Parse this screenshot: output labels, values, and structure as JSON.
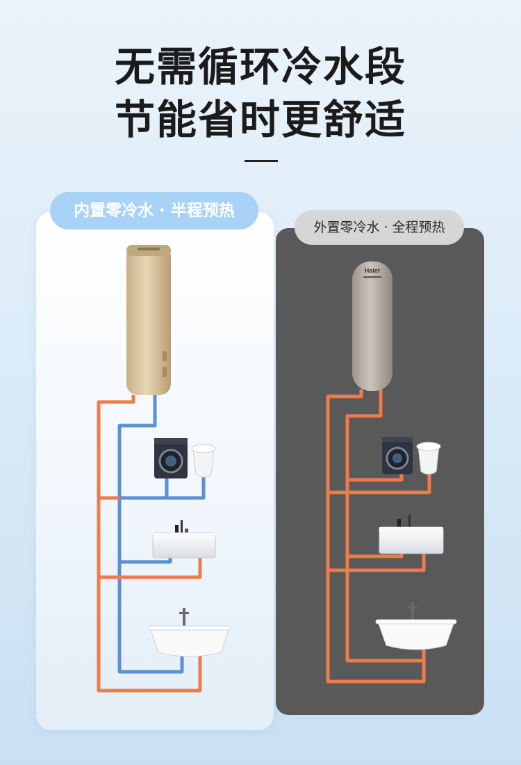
{
  "headline": {
    "line1": "无需循环冷水段",
    "line2": "节能省时更舒适"
  },
  "left_panel": {
    "label": "内置零冷水 · 半程预热",
    "heater_color": "#d6c19c"
  },
  "right_panel": {
    "label": "外置零冷水 · 全程预热",
    "heater_color": "#b8b1a9",
    "brand_mark": "Haier"
  },
  "colors": {
    "hot_pipe": "#f07a4a",
    "cold_pipe": "#5c8fd6",
    "left_pill": "#a8d2f6",
    "right_panel_bg": "#595959"
  },
  "icons": [
    "water-heater-icon",
    "washing-machine-icon",
    "smart-toilet-icon",
    "bathroom-sink-icon",
    "bathtub-icon"
  ]
}
